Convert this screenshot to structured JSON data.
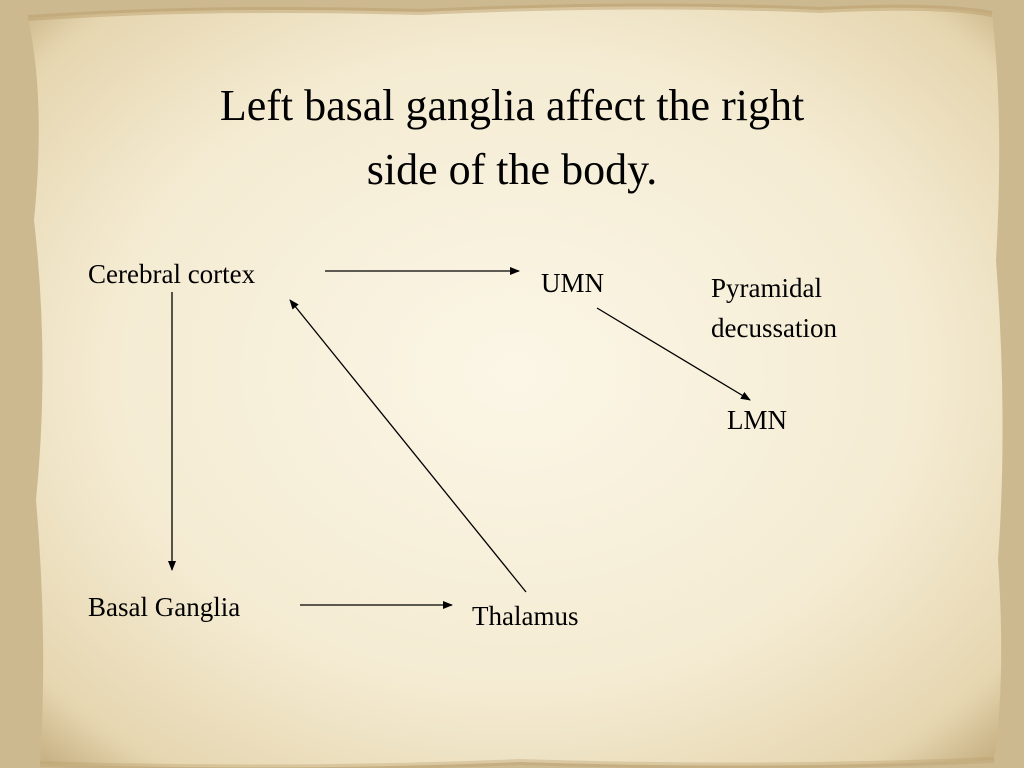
{
  "title": {
    "line1": "Left basal ganglia affect the right",
    "line2": "side of the body."
  },
  "nodes": {
    "cerebral_cortex": "Cerebral cortex",
    "umn": "UMN",
    "pyramidal_line1": "Pyramidal",
    "pyramidal_line2": "decussation",
    "lmn": "LMN",
    "basal_ganglia": "Basal Ganglia",
    "thalamus": "Thalamus"
  },
  "colors": {
    "background": "#f4ecd6",
    "text": "#000000",
    "line": "#000000"
  }
}
